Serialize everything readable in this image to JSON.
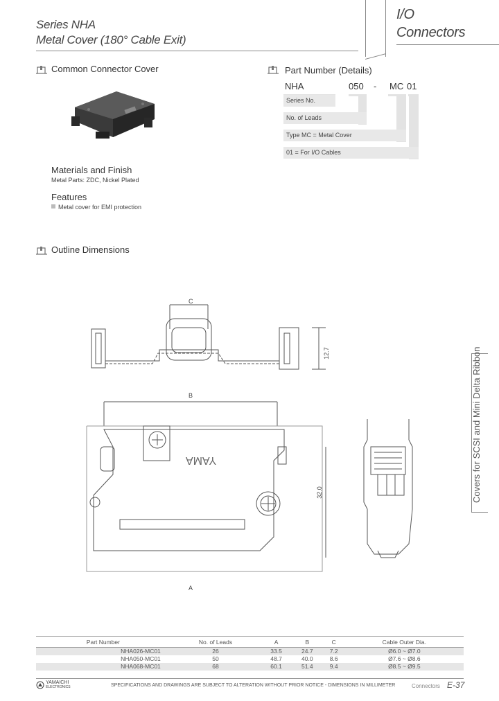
{
  "header": {
    "series": "Series NHA",
    "subtitle": "Metal Cover (180° Cable Exit)",
    "category_line1": "I/O",
    "category_line2": "Connectors"
  },
  "sections": {
    "common_cover": "Common Connector Cover",
    "part_number": "Part Number (Details)",
    "outline": "Outline Dimensions"
  },
  "materials": {
    "title": "Materials and Finish",
    "text": "Metal Parts: ZDC, Nickel Plated"
  },
  "features": {
    "title": "Features",
    "items": [
      "Metal cover for EMI protection"
    ]
  },
  "part_number": {
    "code_series": "NHA",
    "code_leads": "050",
    "code_dash": "-",
    "code_type": "MC",
    "code_cable": "01",
    "rows": [
      "Series No.",
      "No. of Leads",
      "Type MC = Metal Cover",
      "01 = For I/O Cables"
    ]
  },
  "drawing": {
    "label_c": "C",
    "label_b": "B",
    "label_a": "A",
    "dim_height": "12.7",
    "dim_depth": "32.0",
    "brand_mark": "YAMA"
  },
  "table": {
    "headers": [
      "Part Number",
      "No. of Leads",
      "A",
      "B",
      "C",
      "Cable Outer Dia."
    ],
    "rows": [
      [
        "NHA026-MC01",
        "26",
        "33.5",
        "24.7",
        "7.2",
        "Ø6.0 ~ Ø7.0"
      ],
      [
        "NHA050-MC01",
        "50",
        "48.7",
        "40.0",
        "8.6",
        "Ø7.6 ~ Ø8.6"
      ],
      [
        "NHA068-MC01",
        "68",
        "60.1",
        "51.4",
        "9.4",
        "Ø8.5 ~ Ø9.5"
      ]
    ]
  },
  "side_tab": "Covers for SCSI and Mini Delta Ribbon",
  "footer": {
    "logo_line1": "YAMAICHI",
    "logo_line2": "ELECTRONICS",
    "notice": "SPECIFICATIONS AND DRAWINGS ARE SUBJECT TO ALTERATION WITHOUT PRIOR NOTICE - DIMENSIONS IN MILLIMETER",
    "category": "Connectors",
    "page": "E-37"
  }
}
